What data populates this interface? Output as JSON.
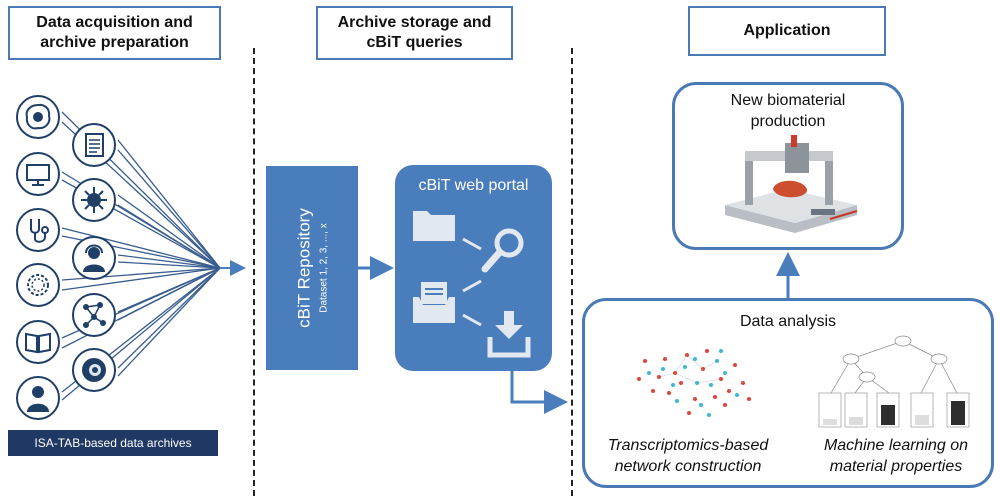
{
  "headers": {
    "acquisition": "Data acquisition and archive preparation",
    "storage": "Archive storage and cBiT queries",
    "application": "Application"
  },
  "left": {
    "footer_label": "ISA-TAB-based data archives",
    "icons": [
      "cell-icon",
      "document-icon",
      "monitor-icon",
      "virus-icon",
      "stethoscope-icon",
      "person-headset-icon",
      "dna-icon",
      "network-icon",
      "book-icon",
      "eye-icon",
      "person-icon"
    ]
  },
  "repository": {
    "title": "cBiT Repository",
    "subtitle": "Dataset 1, 2, 3, ..., x"
  },
  "portal": {
    "title": "cBiT web portal",
    "icons": [
      "folder-icon",
      "magnifier-icon",
      "inbox-document-icon",
      "download-icon"
    ]
  },
  "application": {
    "biomaterial_title": "New biomaterial production",
    "analysis_title": "Data analysis",
    "network_caption": "Transcriptomics-based network construction",
    "ml_caption": "Machine learning on material properties"
  },
  "colors": {
    "accent": "#4a7dbc",
    "dark_navy": "#1f3864",
    "icon_stroke": "#1f3f66",
    "network_red": "#e0453a",
    "network_cyan": "#3fb6d8"
  }
}
